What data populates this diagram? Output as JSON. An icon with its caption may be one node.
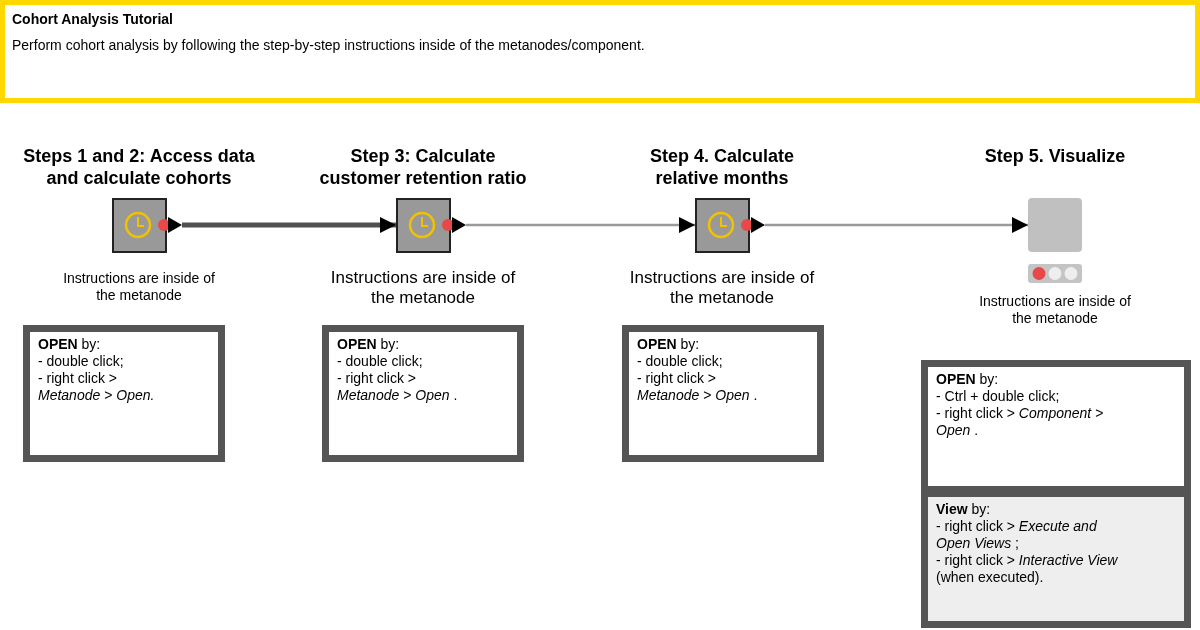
{
  "diagram": {
    "nodes": [
      {
        "text": [
          "Cohort Analysis Tutorial",
          "Perform cohort analysis by following the step-by-step instructions inside of the metanodes/component."
        ]
      },
      {
        "text": [
          "Steps 1 and 2: Access data and calculate cohorts"
        ],
        "beside": [
          "Instructions are inside of the metanode"
        ]
      },
      {
        "text": [
          "Step 3: Calculate customer retention ratio"
        ],
        "beside": [
          "Instructions are inside of the metanode"
        ]
      },
      {
        "text": [
          "Step 4. Calculate relative months"
        ],
        "beside": [
          "Instructions are inside of the metanode"
        ]
      },
      {
        "text": [
          "Step 5. Visualize"
        ],
        "beside": [
          "Instructions are inside of the metanode"
        ]
      },
      {
        "text": [
          "**OPEN** by:",
          "- double click;",
          "- right click > *Metanode* > *Open.*"
        ]
      },
      {
        "text": [
          "**OPEN** by:",
          "- double click;",
          "- right click > *Metanode* > *Open* ."
        ]
      },
      {
        "text": [
          "**OPEN** by:",
          "- double click;",
          "- right click > *Metanode* > *Open* ."
        ]
      },
      {
        "text": [
          "**OPEN** by:",
          "- Ctrl + double click;",
          "- right click > *Component* > *Open* ."
        ]
      },
      {
        "text": [
          "**View** by:",
          "- right click > *Execute and Open Views* ;",
          "- right click > *Interactive View* (when executed)."
        ]
      }
    ],
    "edges": [
      {
        "from": 1,
        "to": 2,
        "arrow": "to",
        "style": "thick",
        "color": "#505050"
      },
      {
        "from": 2,
        "to": 3,
        "arrow": "to"
      },
      {
        "from": 3,
        "to": 4,
        "arrow": "to"
      }
    ]
  }
}
